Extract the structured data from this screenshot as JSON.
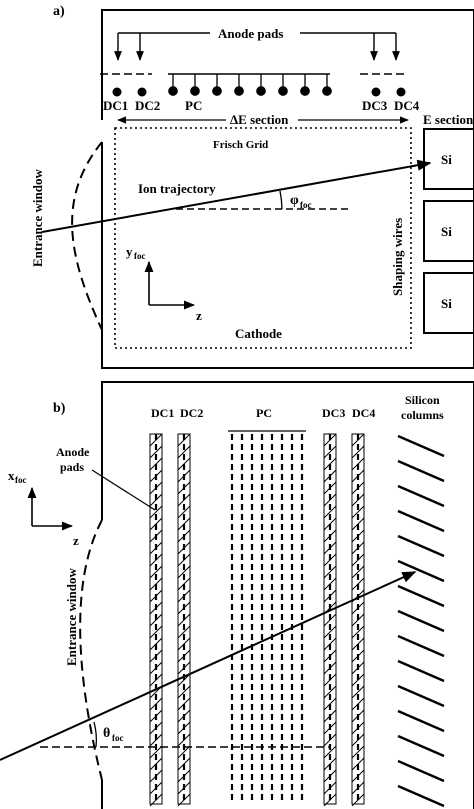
{
  "panel_a": {
    "label": "a)",
    "anode_pads": "Anode pads",
    "dc1": "DC1",
    "dc2": "DC2",
    "pc": "PC",
    "dc3": "DC3",
    "dc4": "DC4",
    "delta_e_section": "ΔE section",
    "e_section": "E section",
    "entrance_window": "Entrance window",
    "frisch_grid": "Frisch Grid",
    "ion_trajectory": "Ion trajectory",
    "phi_symbol": "φ",
    "phi_sub": "foc",
    "y_axis": "y",
    "y_sub": "foc",
    "z_axis": "z",
    "cathode": "Cathode",
    "shaping_wires": "Shaping wires",
    "si_1": "Si",
    "si_2": "Si",
    "si_3": "Si"
  },
  "panel_b": {
    "label": "b)",
    "dc1": "DC1",
    "dc2": "DC2",
    "pc": "PC",
    "dc3": "DC3",
    "dc4": "DC4",
    "silicon_line1": "Silicon",
    "silicon_line2": "columns",
    "anode_line1": "Anode",
    "anode_line2": "pads",
    "x_axis": "x",
    "x_sub": "foc",
    "z_axis": "z",
    "entrance_window": "Entrance window",
    "theta_symbol": "θ",
    "theta_sub": "foc"
  }
}
